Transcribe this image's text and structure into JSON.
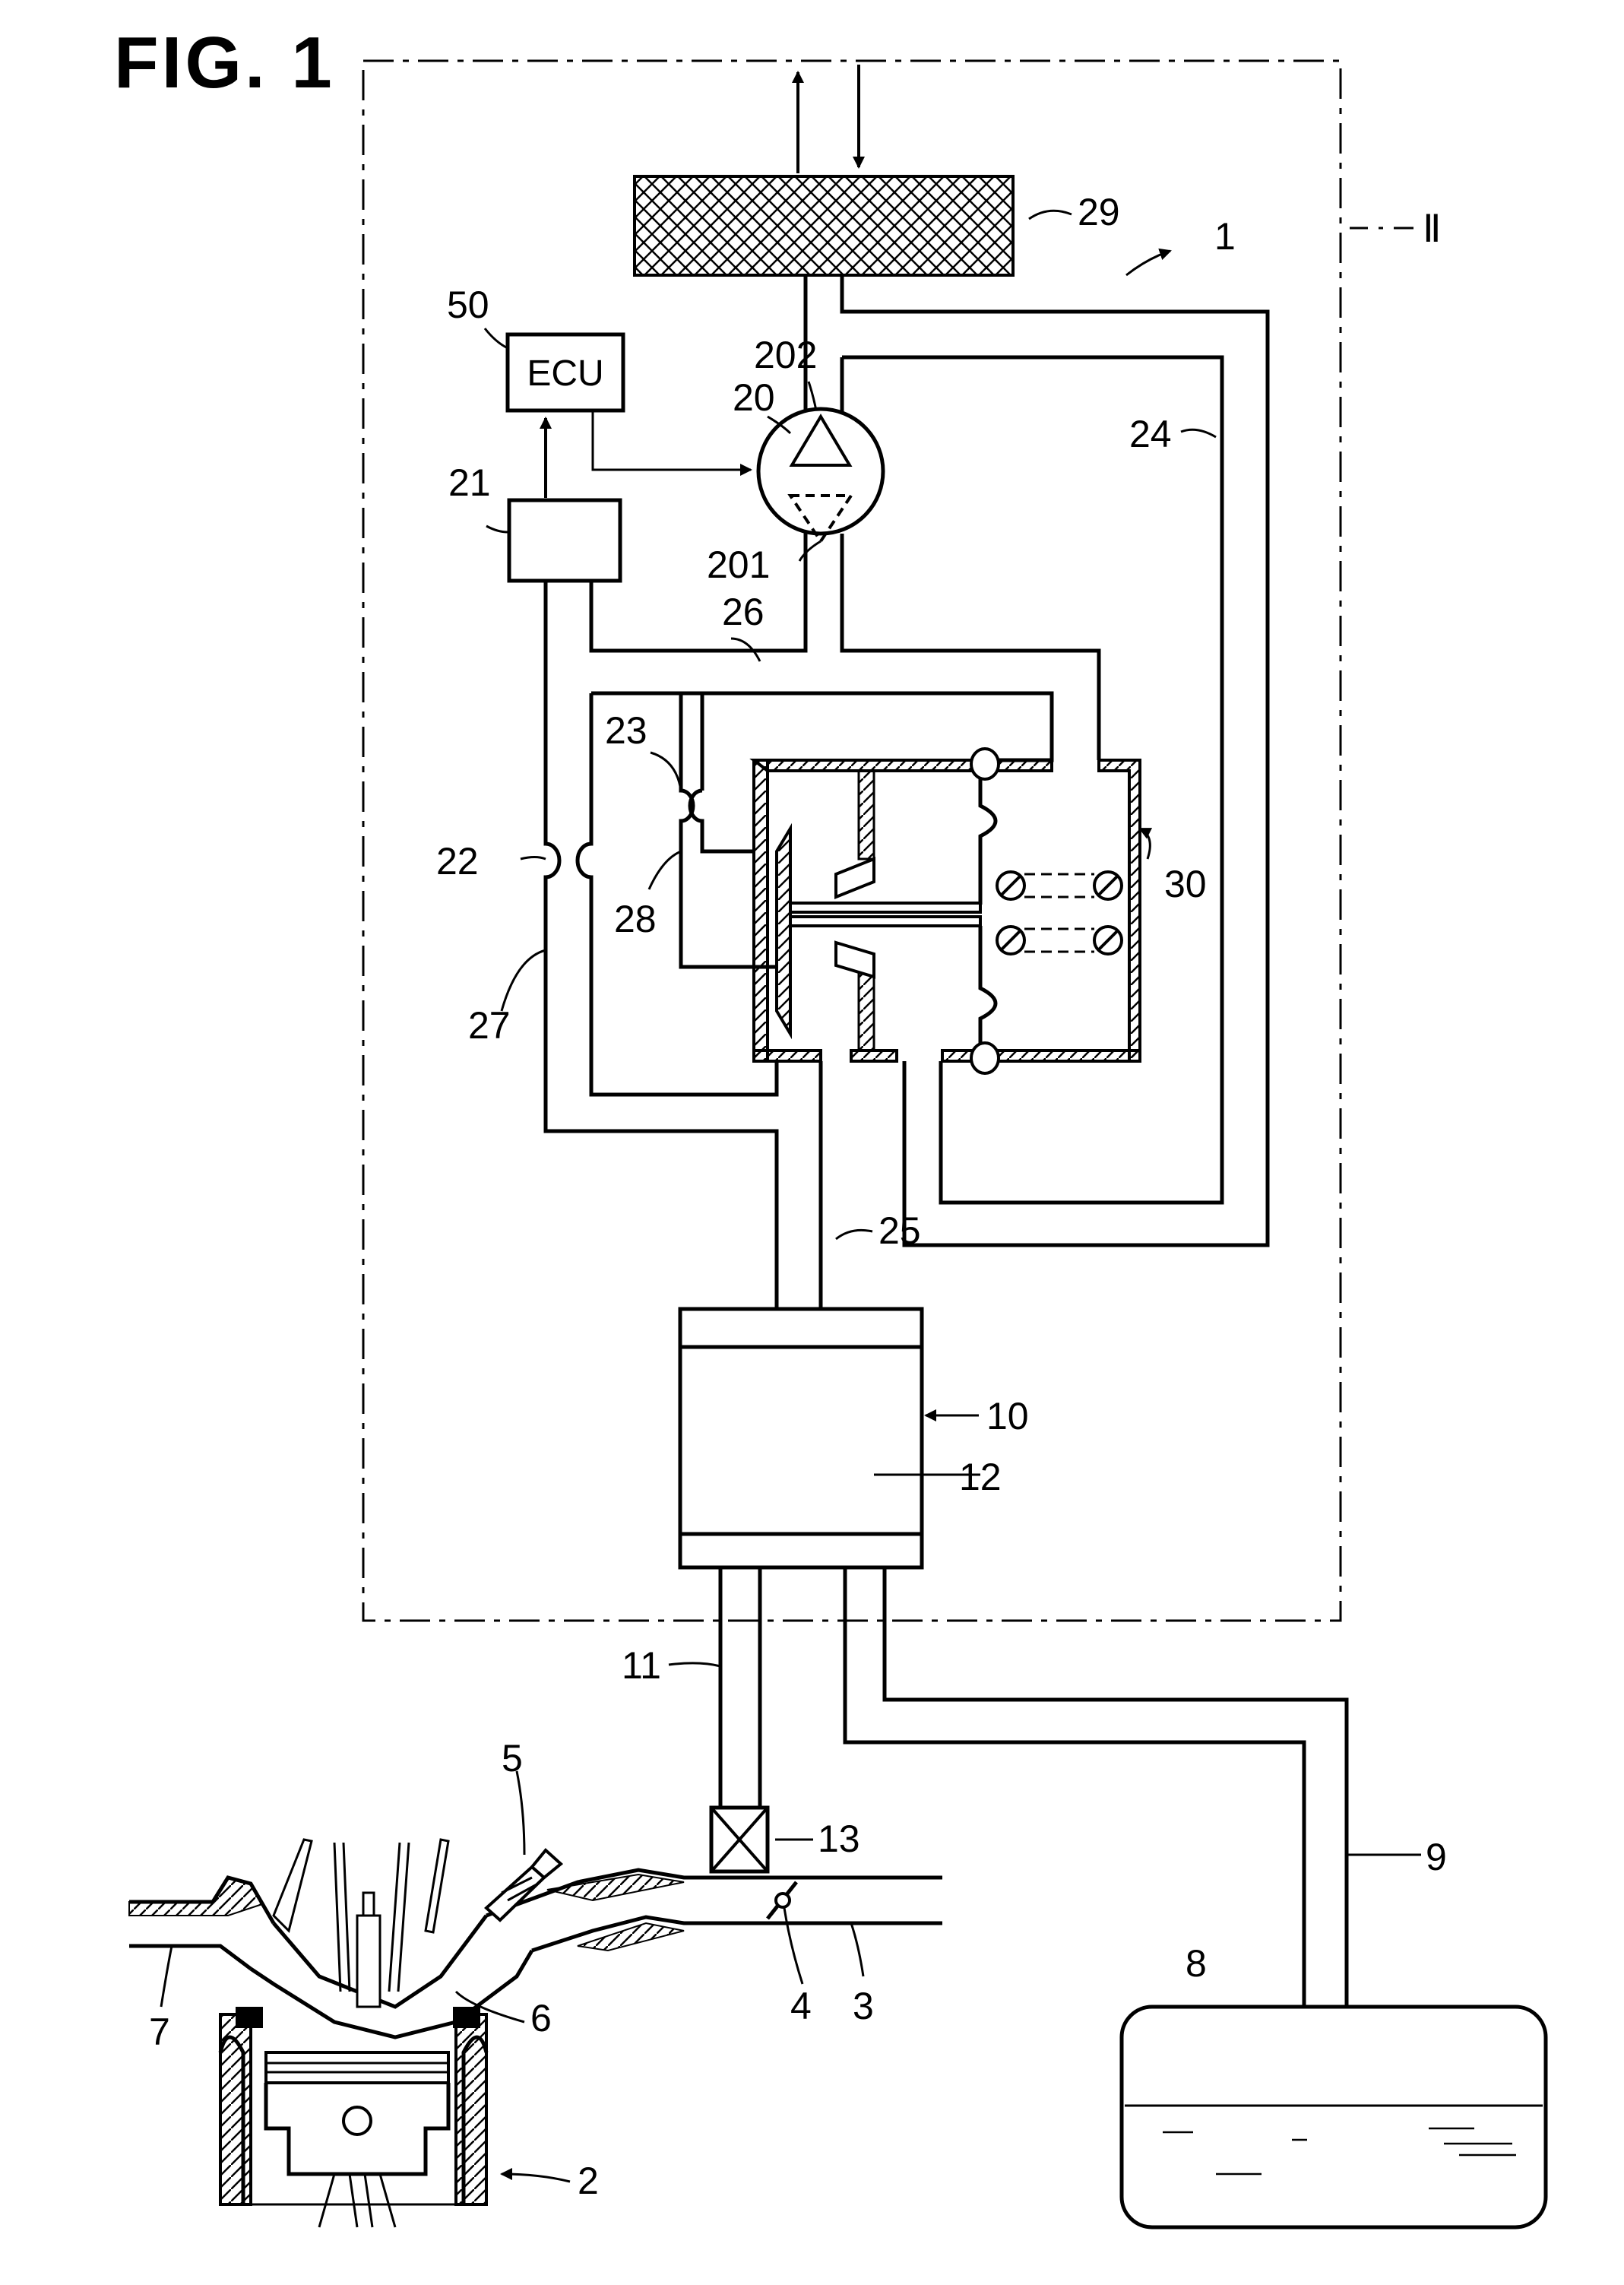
{
  "figure": {
    "title": "FIG. 1"
  },
  "block_labels": {
    "ecu": "ECU"
  },
  "reference_numerals": {
    "n1": "1",
    "n2": "2",
    "n3": "3",
    "n4": "4",
    "n5": "5",
    "n6": "6",
    "n7": "7",
    "n8": "8",
    "n9": "9",
    "n10": "10",
    "n11": "11",
    "n12": "12",
    "n13": "13",
    "n20": "20",
    "n21": "21",
    "n22": "22",
    "n23": "23",
    "n24": "24",
    "n25": "25",
    "n26": "26",
    "n27": "27",
    "n28": "28",
    "n29": "29",
    "n30": "30",
    "n50": "50",
    "n201": "201",
    "n202": "202",
    "n_II": "Ⅱ"
  }
}
